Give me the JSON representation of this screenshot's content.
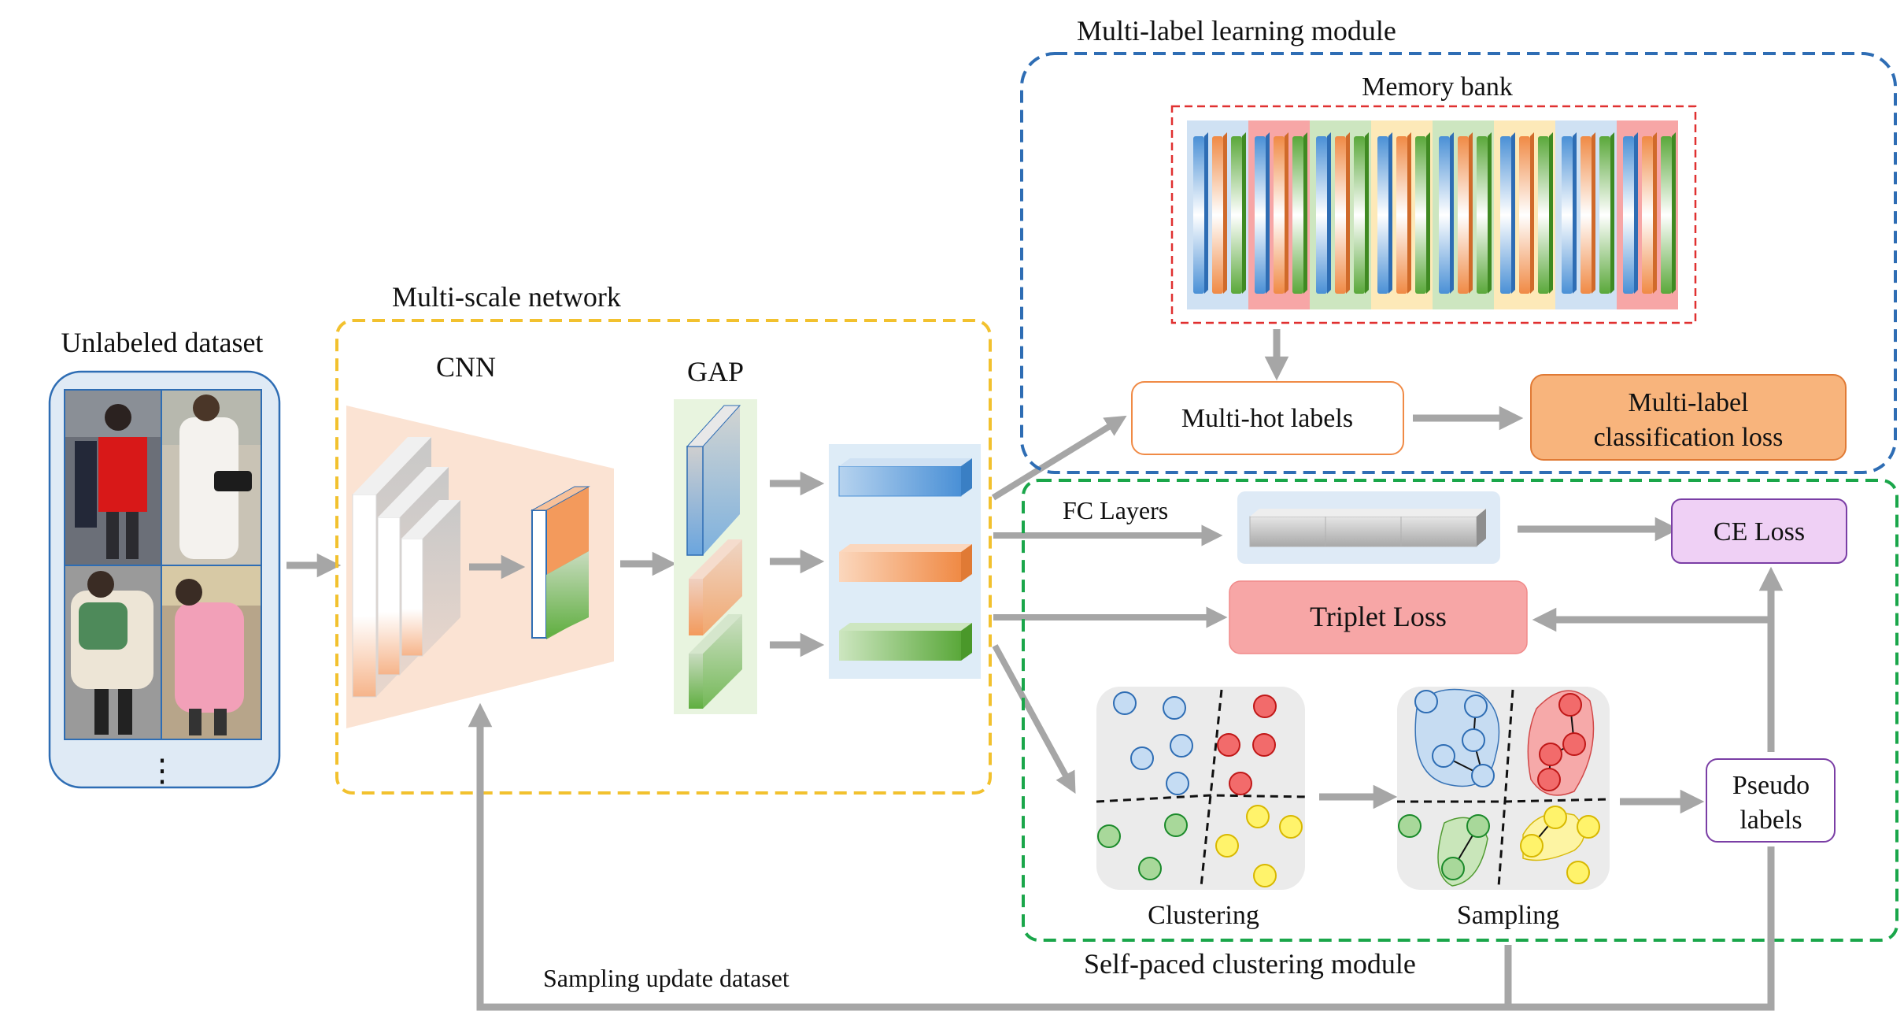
{
  "labels": {
    "unlabeled_dataset": "Unlabeled dataset",
    "ellipsis": "⋮",
    "multi_scale_network": "Multi-scale network",
    "cnn": "CNN",
    "gap": "GAP",
    "multi_label_module": "Multi-label learning module",
    "memory_bank": "Memory bank",
    "multi_hot_labels": "Multi-hot labels",
    "ml_loss_line1": "Multi-label",
    "ml_loss_line2": "classification loss",
    "fc_layers": "FC Layers",
    "ce_loss": "CE Loss",
    "triplet_loss": "Triplet Loss",
    "clustering": "Clustering",
    "sampling": "Sampling",
    "pseudo_line1": "Pseudo",
    "pseudo_line2": "labels",
    "self_paced_module": "Self-paced clustering module",
    "sampling_update": "Sampling update dataset"
  },
  "colors": {
    "arrow": "#a6a6a6",
    "blue_box": "#2e6db4",
    "yellow_box": "#f2c12e",
    "green_box": "#1aa64a",
    "red_dashed": "#e03030",
    "feature_blue": "#5b9bd5",
    "feature_orange": "#f4a460",
    "feature_green": "#70ad47",
    "cluster_blue": "#c5dcf3",
    "cluster_red": "#f26b6b",
    "cluster_green": "#a8d89a",
    "cluster_yellow": "#fff36b",
    "ml_loss_fill": "#f8b47c",
    "triplet_fill": "#f7a6a6",
    "ce_fill": "#efd0f5"
  },
  "icons": [
    "pedestrian-photo",
    "feature-map",
    "feature-vector",
    "cluster-node",
    "dashed-separator"
  ]
}
